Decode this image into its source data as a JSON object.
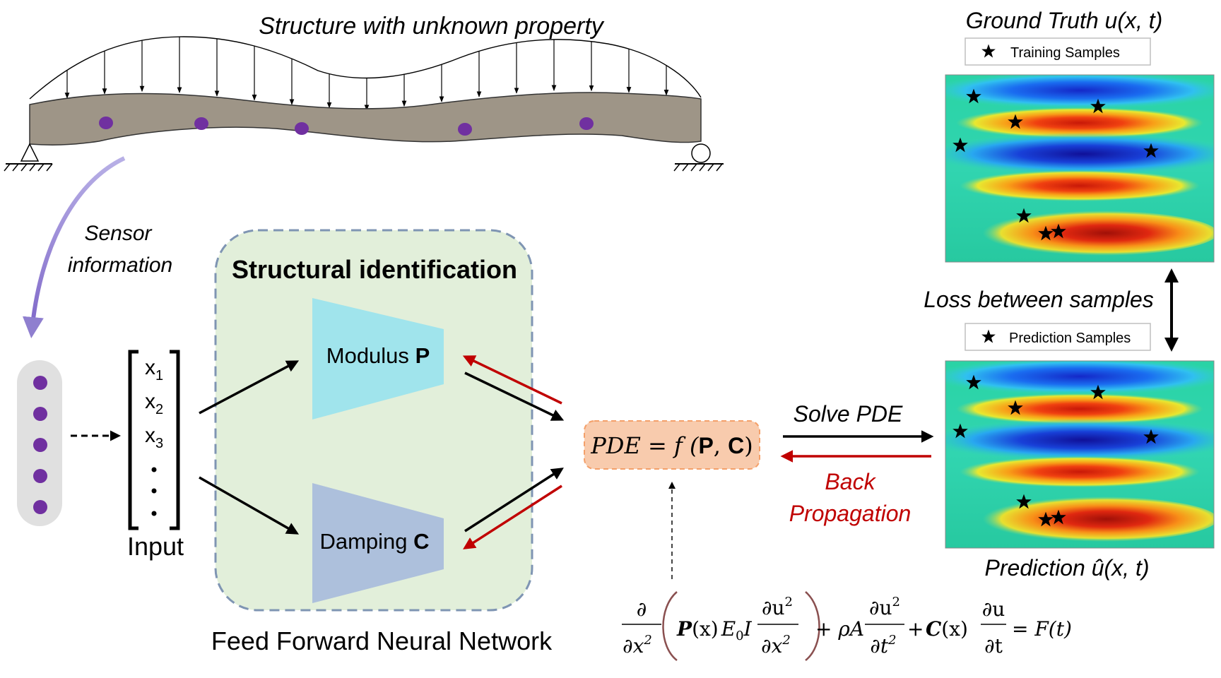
{
  "beam": {
    "title": "Structure with unknown property",
    "sensor_label_line1": "Sensor",
    "sensor_label_line2": "information"
  },
  "input": {
    "x1": "x",
    "x2": "x",
    "x3": "x",
    "sub1": "1",
    "sub2": "2",
    "sub3": "3",
    "label": "Input"
  },
  "network": {
    "box_title": "Structural identification",
    "modulus_label": "Modulus",
    "modulus_symbol": "P",
    "damping_label": "Damping",
    "damping_symbol": "C",
    "caption": "Feed Forward Neural Network"
  },
  "pde": {
    "lhs": "PDE = f (",
    "p": "P",
    "sep": ", ",
    "c": "C",
    "close": ")",
    "solve_label": "Solve PDE",
    "back_line1": "Back",
    "back_line2": "Propagation"
  },
  "equation": {
    "d": "∂",
    "dx2": "∂x",
    "sq": "2",
    "p": "P",
    "x_paren": "(x)",
    "e0": "E",
    "zero": "0",
    "i": "I",
    "du2": "∂u",
    "dx2b": "∂x",
    "plus1": "+ ρA",
    "du2b": "∂u",
    "dt2": "∂t",
    "plus2": "+",
    "c": "C",
    "x_paren2": "(x)",
    "du": "∂u",
    "dt": "∂t",
    "rhs": "= F(t)"
  },
  "results": {
    "ground_truth_title": "Ground Truth u(x, t)",
    "training_legend": "Training Samples",
    "loss_label": "Loss between samples",
    "prediction_legend": "Prediction Samples",
    "prediction_title": "Prediction û(x, t)"
  },
  "colors": {
    "beam_fill": "#9e9587",
    "sensor_dot": "#7030a0",
    "network_fill": "#e2efda",
    "modulus_fill": "#a0e4ec",
    "damping_fill": "#adc0dc",
    "pde_fill": "#f8cbad",
    "back_red": "#c00000",
    "sensor_arrow": "#8f7fcf"
  }
}
